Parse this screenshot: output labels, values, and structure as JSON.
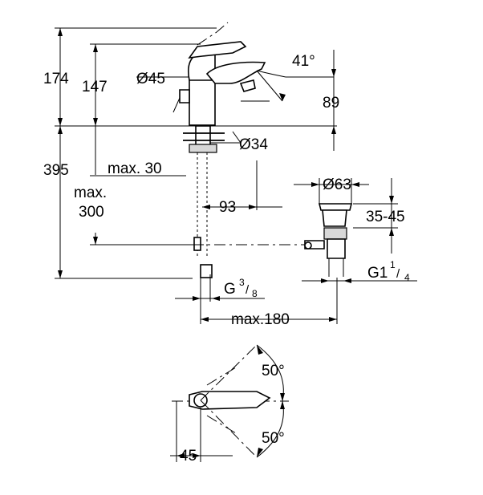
{
  "dimensions": {
    "total_height": "174",
    "spout_height": "147",
    "spout_diameter": "Ø45",
    "lever_angle": "41°",
    "spout_drop": "89",
    "hole_diameter": "Ø34",
    "below_deck": "395",
    "max_thickness": "max. 30",
    "max_hose_label": "max.",
    "max_hose_value": "300",
    "spout_reach": "93",
    "waste_diameter": "Ø63",
    "waste_range": "35-45",
    "waste_thread_prefix": "G1",
    "waste_thread_num": "1",
    "waste_thread_den": "4",
    "supply_thread_prefix": "G",
    "supply_thread_num": "3",
    "supply_thread_den": "8",
    "max_waste_reach": "max.180",
    "rotation_up": "50°",
    "rotation_down": "50°",
    "lever_offset": "45"
  }
}
